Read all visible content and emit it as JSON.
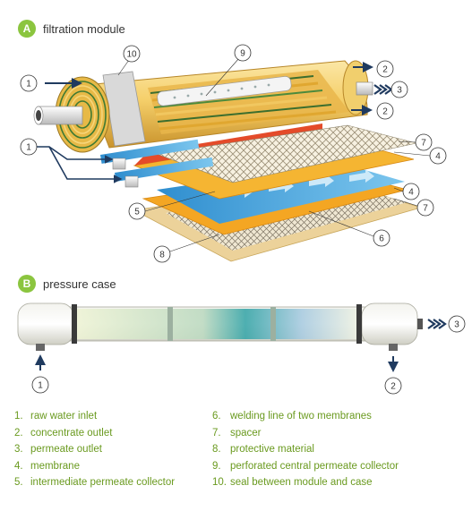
{
  "sections": {
    "a": {
      "badge": "A",
      "title": "filtration module"
    },
    "b": {
      "badge": "B",
      "title": "pressure case"
    }
  },
  "callouts": {
    "a": [
      {
        "id": "1",
        "label": "1"
      },
      {
        "id": "10",
        "label": "10"
      },
      {
        "id": "9",
        "label": "9"
      },
      {
        "id": "2a",
        "label": "2"
      },
      {
        "id": "3",
        "label": "3"
      },
      {
        "id": "2b",
        "label": "2"
      },
      {
        "id": "1b",
        "label": "1"
      },
      {
        "id": "7a",
        "label": "7"
      },
      {
        "id": "4a",
        "label": "4"
      },
      {
        "id": "5",
        "label": "5"
      },
      {
        "id": "4b",
        "label": "4"
      },
      {
        "id": "7b",
        "label": "7"
      },
      {
        "id": "6",
        "label": "6"
      },
      {
        "id": "8",
        "label": "8"
      }
    ],
    "b": [
      {
        "id": "3",
        "label": "3"
      },
      {
        "id": "1",
        "label": "1"
      },
      {
        "id": "2",
        "label": "2"
      }
    ]
  },
  "legend": {
    "left": [
      {
        "num": "1.",
        "text": "raw water inlet"
      },
      {
        "num": "2.",
        "text": "concentrate outlet"
      },
      {
        "num": "3.",
        "text": "permeate outlet"
      },
      {
        "num": "4.",
        "text": "membrane"
      },
      {
        "num": "5.",
        "text": "intermediate permeate collector"
      }
    ],
    "right": [
      {
        "num": "6.",
        "text": "welding line of two membranes"
      },
      {
        "num": "7.",
        "text": "spacer"
      },
      {
        "num": "8.",
        "text": "protective material"
      },
      {
        "num": "9.",
        "text": "perforated central permeate collector"
      },
      {
        "num": "10.",
        "text": "seal between module and case"
      }
    ]
  },
  "colors": {
    "accent": "#8bc53f",
    "legend_text": "#6a9a1f",
    "membrane_yellow": "#f2b233",
    "permeate_blue": "#3a9fd8",
    "protective_tan": "#ecd29a",
    "arrow_dark": "#1f3a5f"
  }
}
